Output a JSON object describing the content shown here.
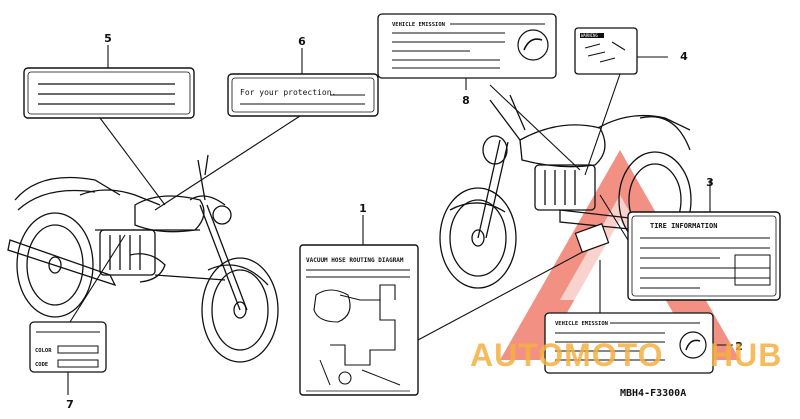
{
  "diagram": {
    "callouts": [
      "1",
      "2",
      "3",
      "4",
      "5",
      "6",
      "7",
      "8"
    ],
    "part_code": "MBH4-F3300A",
    "labels": {
      "protection_text": "For your protection.",
      "vehicle_emission_top": "VEHICLE EMISSION",
      "vehicle_emission_bottom": "VEHICLE EMISSION",
      "vacuum_title": "VACUUM HOSE ROUTING DIAGRAM",
      "tire_info": "TIRE INFORMATION",
      "color": "COLOR",
      "code": "CODE",
      "warning_small": "WARNING"
    },
    "watermark": {
      "text_left": "AUTOMOTO",
      "text_right": "HUB",
      "color_primary": "#f5b041",
      "color_accent": "#e74c3c"
    }
  }
}
